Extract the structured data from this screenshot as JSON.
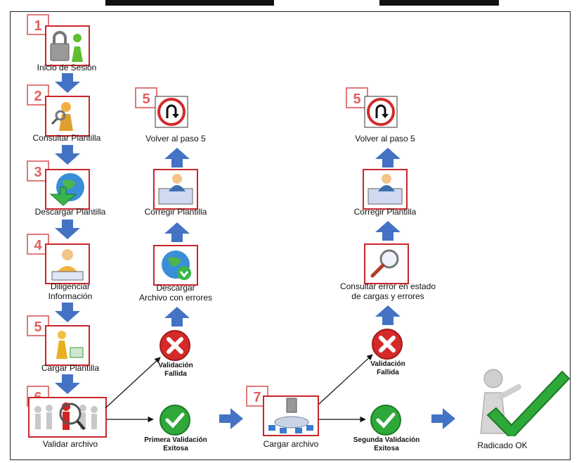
{
  "steps": {
    "s1": {
      "num": "1",
      "label": "Inicio de Sesión"
    },
    "s2": {
      "num": "2",
      "label": "Consultar Plantilla"
    },
    "s3": {
      "num": "3",
      "label": "Descargar Plantilla"
    },
    "s4": {
      "num": "4",
      "label_line1": "Diligenciar",
      "label_line2": "Información"
    },
    "s5": {
      "num": "5",
      "label": "Cargar Plantilla"
    },
    "s6": {
      "num": "6",
      "label": "Validar archivo"
    },
    "s7": {
      "num": "7",
      "label": "Cargar archivo"
    }
  },
  "branch_left": {
    "fail_line1": "Validación",
    "fail_line2": "Fallida",
    "download_line1": "Descargar",
    "download_line2": "Archivo con errores",
    "correct": "Corregir Plantilla",
    "back_num": "5",
    "back": "Volver al paso 5"
  },
  "branch_right": {
    "fail_line1": "Validación",
    "fail_line2": "Fallida",
    "consult_line1": "Consultar error en estado",
    "consult_line2": "de cargas y errores",
    "correct": "Corregir Plantilla",
    "back_num": "5",
    "back": "Volver al paso 5"
  },
  "bottom": {
    "first_ok_line1": "Primera Validación",
    "first_ok_line2": "Exitosa",
    "second_ok_line1": "Segunda Validación",
    "second_ok_line2": "Exitosa",
    "final": "Radicado OK"
  },
  "colors": {
    "arrow_blue": "#4472c4",
    "step_red": "#c8262c",
    "number_pink": "#e06060",
    "ok_green": "#2fa83a",
    "fail_red": "#d42a2a"
  }
}
